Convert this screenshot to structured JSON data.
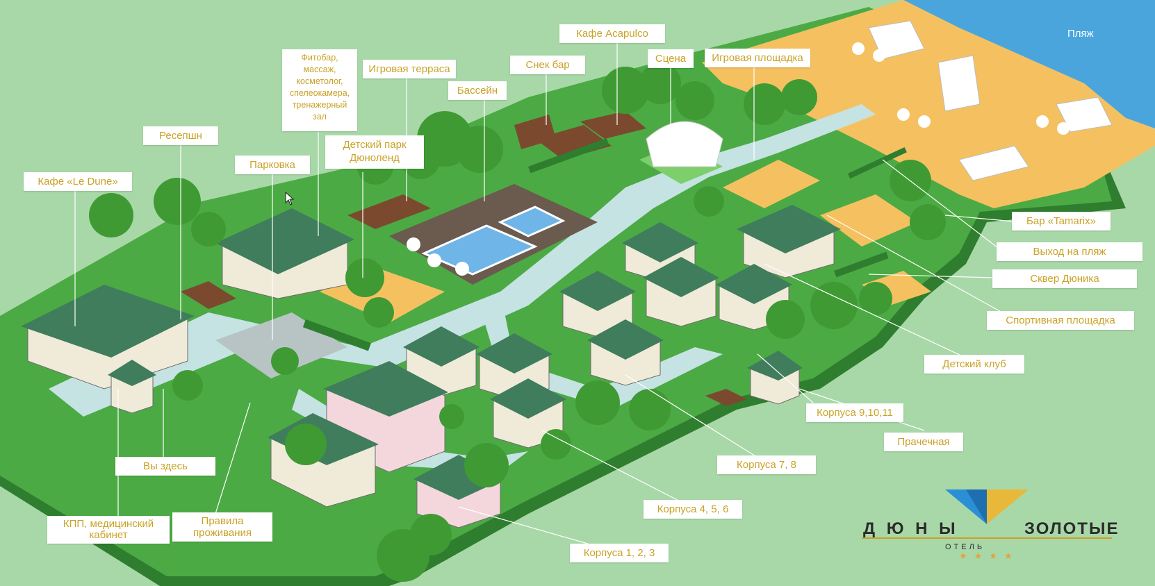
{
  "colors": {
    "background": "#a8d8a8",
    "ground": "#4caa44",
    "ground_dark": "#2f7d2e",
    "path": "#c5e3e3",
    "sand": "#f5c160",
    "sea": "#4aa5dd",
    "label_text": "#c9a227",
    "pool": "#6fb5e8",
    "roof": "#3f7d5c",
    "wall": "#f0ead8"
  },
  "beach_label": "Пляж",
  "labels": [
    {
      "id": "cafe-le-dune",
      "text": "Кафе «Le Dune»"
    },
    {
      "id": "reception",
      "text": "Ресепшн"
    },
    {
      "id": "parking",
      "text": "Парковка"
    },
    {
      "id": "phytobar",
      "text": "Фитобар, массаж, косметолог, спелеокамера, тренажерный зал"
    },
    {
      "id": "kids-park",
      "text": "Детский парк Дюноленд"
    },
    {
      "id": "play-terrace",
      "text": "Игровая терраса"
    },
    {
      "id": "pool",
      "text": "Бассейн"
    },
    {
      "id": "snack-bar",
      "text": "Снек бар"
    },
    {
      "id": "cafe-acapulco",
      "text": "Кафе Acapulco"
    },
    {
      "id": "stage",
      "text": "Сцена"
    },
    {
      "id": "playground",
      "text": "Игровая площадка"
    },
    {
      "id": "bar-tamarix",
      "text": "Бар «Tamarix»"
    },
    {
      "id": "beach-exit",
      "text": "Выход на пляж"
    },
    {
      "id": "dunik-square",
      "text": "Сквер Дюника"
    },
    {
      "id": "sports-ground",
      "text": "Спортивная площадка"
    },
    {
      "id": "kids-club",
      "text": "Детский клуб"
    },
    {
      "id": "buildings-9-11",
      "text": "Корпуса 9,10,11"
    },
    {
      "id": "laundry",
      "text": "Прачечная"
    },
    {
      "id": "buildings-7-8",
      "text": "Корпуса 7, 8"
    },
    {
      "id": "buildings-4-6",
      "text": "Корпуса 4, 5, 6"
    },
    {
      "id": "buildings-1-3",
      "text": "Корпуса 1, 2, 3"
    },
    {
      "id": "you-are-here",
      "text": "Вы здесь"
    },
    {
      "id": "checkpoint",
      "text": "КПП, медицинский кабинет"
    },
    {
      "id": "rules",
      "text": "Правила проживания"
    }
  ],
  "logo": {
    "left_word": "Д Ю Н Ы",
    "right_word": "ЗОЛОТЫЕ",
    "subtitle": "ОТЕЛЬ",
    "stars": "★★★★"
  }
}
